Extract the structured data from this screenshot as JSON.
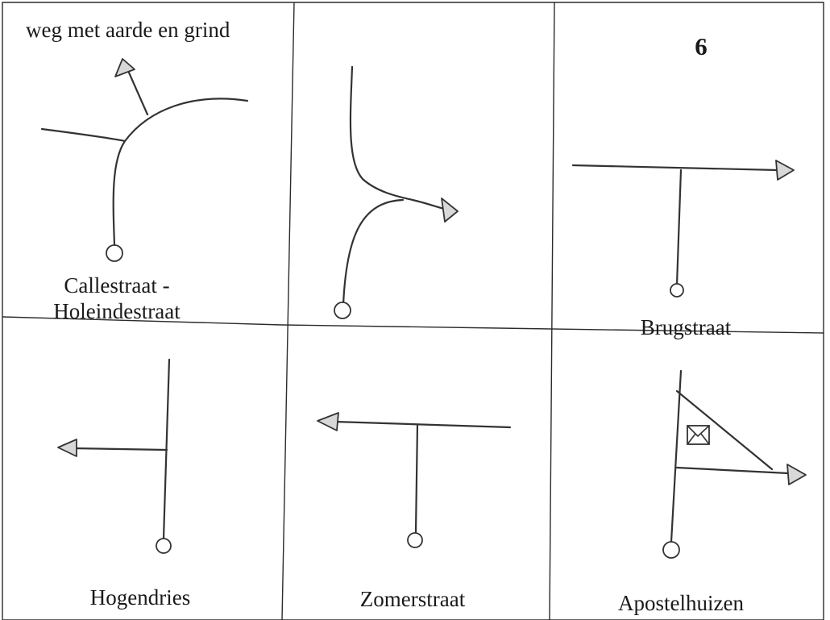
{
  "cells": [
    {
      "caption": "weg met aarde en grind",
      "label_line1": "Callestraat -",
      "label_line2": "Holeindestraat"
    },
    {
      "label": ""
    },
    {
      "number": "6",
      "label": "Brugstraat"
    },
    {
      "label": "Hogendries"
    },
    {
      "label": "Zomerstraat"
    },
    {
      "label": "Apostelhuizen",
      "icon": "mail-envelope-icon"
    }
  ],
  "colors": {
    "ink": "#333333",
    "paper": "#ffffff",
    "arrow_fill": "#d8d8d8"
  }
}
